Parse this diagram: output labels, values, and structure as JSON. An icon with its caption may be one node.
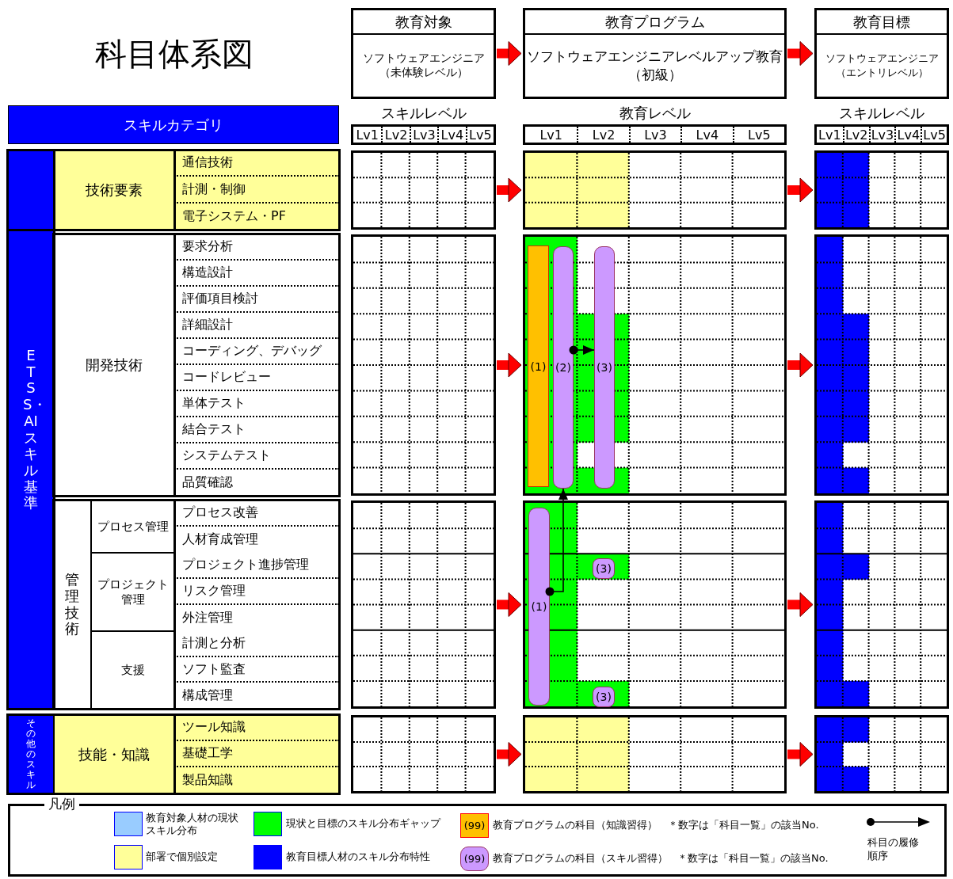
{
  "diagram": {
    "title": "科目体系図",
    "nodes": [
      {
        "text": [
          "教育対象",
          "ソフトウェアエンジニア（未体験レベル）"
        ]
      },
      {
        "text": [
          "教育プログラム",
          "ソフトウェアエンジニアレベルアップ教育（初級）"
        ]
      },
      {
        "text": [
          "教育目標",
          "ソフトウェアエンジニア（エントリレベル）"
        ]
      },
      {
        "text": [
          "スキルカテゴリ"
        ]
      },
      {
        "text": [
          "ETSS・AIスキル基準"
        ]
      },
      {
        "text": [
          "技術要素"
        ]
      },
      {
        "text": [
          "通信技術"
        ]
      },
      {
        "text": [
          "計測・制御"
        ]
      },
      {
        "text": [
          "電子システム・PF"
        ]
      },
      {
        "text": [
          "開発技術"
        ]
      },
      {
        "text": [
          "要求分析"
        ]
      },
      {
        "text": [
          "構造設計"
        ]
      },
      {
        "text": [
          "評価項目検討"
        ]
      },
      {
        "text": [
          "詳細設計"
        ]
      },
      {
        "text": [
          "コーディング、デバッグ"
        ]
      },
      {
        "text": [
          "コードレビュー"
        ]
      },
      {
        "text": [
          "単体テスト"
        ]
      },
      {
        "text": [
          "結合テスト"
        ]
      },
      {
        "text": [
          "システムテスト"
        ]
      },
      {
        "text": [
          "品質確認"
        ]
      },
      {
        "text": [
          "管理技術"
        ]
      },
      {
        "text": [
          "プロセス管理"
        ]
      },
      {
        "text": [
          "プロセス改善"
        ]
      },
      {
        "text": [
          "人材育成管理"
        ]
      },
      {
        "text": [
          "プロジェクト管理"
        ]
      },
      {
        "text": [
          "プロジェクト進捗管理"
        ]
      },
      {
        "text": [
          "リスク管理"
        ]
      },
      {
        "text": [
          "外注管理"
        ]
      },
      {
        "text": [
          "支援"
        ]
      },
      {
        "text": [
          "計測と分析"
        ]
      },
      {
        "text": [
          "ソフト監査"
        ]
      },
      {
        "text": [
          "構成管理"
        ]
      },
      {
        "text": [
          "その他のスキル"
        ]
      },
      {
        "text": [
          "技能・知識"
        ]
      },
      {
        "text": [
          "ツール知識"
        ]
      },
      {
        "text": [
          "基礎工学"
        ]
      },
      {
        "text": [
          "製品知識"
        ]
      },
      {
        "text": [],
        "shape": "box"
      },
      {
        "text": [],
        "shape": "box"
      },
      {
        "text": [],
        "shape": "box"
      },
      {
        "text": [],
        "shape": "box"
      },
      {
        "text": [],
        "shape": "box"
      },
      {
        "text": [],
        "shape": "box"
      },
      {
        "text": [],
        "shape": "box"
      },
      {
        "text": [],
        "shape": "box"
      },
      {
        "text": [
          "(1)"
        ],
        "in": 42
      },
      {
        "text": [
          "(2)"
        ],
        "in": 42
      },
      {
        "text": [
          "(3)"
        ],
        "in": 42
      },
      {
        "text": [
          "(1)"
        ],
        "in": 43
      },
      {
        "text": [
          "(3)"
        ],
        "in": 43
      },
      {
        "text": [
          "(3)"
        ],
        "in": 43
      },
      {
        "text": [],
        "shape": "box"
      },
      {
        "text": [],
        "shape": "box"
      },
      {
        "text": [],
        "shape": "box"
      },
      {
        "text": [],
        "shape": "box"
      }
    ],
    "edges": [
      {
        "from": 0,
        "to": 1,
        "arrow": "to"
      },
      {
        "from": 1,
        "to": 2,
        "arrow": "to"
      },
      {
        "from": 37,
        "to": 41,
        "arrow": "to"
      },
      {
        "from": 38,
        "to": 42,
        "arrow": "to"
      },
      {
        "from": 39,
        "to": 43,
        "arrow": "to"
      },
      {
        "from": 40,
        "to": 44,
        "arrow": "to"
      },
      {
        "from": 41,
        "to": 51,
        "arrow": "to"
      },
      {
        "from": 42,
        "to": 52,
        "arrow": "to"
      },
      {
        "from": 43,
        "to": 53,
        "arrow": "to"
      },
      {
        "from": 44,
        "to": 54,
        "arrow": "to"
      },
      {
        "from": 46,
        "to": 47,
        "arrow": "to",
        "color": "#000000"
      },
      {
        "from": 48,
        "to": 46,
        "arrow": "to",
        "color": "#000000"
      }
    ],
    "labels": [
      "スキルレベル",
      "教育レベル",
      "スキルレベル",
      "Lv1",
      "Lv2",
      "Lv3",
      "Lv4",
      "Lv5",
      "Lv1",
      "Lv2",
      "Lv3",
      "Lv4",
      "Lv5",
      "Lv1",
      "Lv2",
      "Lv3",
      "Lv4",
      "Lv5",
      "凡例",
      "(99)",
      "＊数字は「科目一覧」の該当No.",
      "(99)",
      "＊数字は「科目一覧」の該当No."
    ],
    "legend": [
      {
        "text": "教育対象人材の現状スキル分布",
        "color": "#99ccff"
      },
      {
        "text": "現状と目標のスキル分布ギャップ",
        "color": "#00ff00"
      },
      {
        "text": "教育プログラムの科目（知識習得）",
        "color": "#ffc000"
      },
      {
        "text": "部署で個別設定",
        "color": "#ffff99"
      },
      {
        "text": "教育目標人材のスキル分布特性",
        "color": "#0000ff"
      },
      {
        "text": "教育プログラムの科目（スキル習得）",
        "color": "#cc99ff"
      },
      {
        "text": "科目の履修順序"
      }
    ]
  }
}
